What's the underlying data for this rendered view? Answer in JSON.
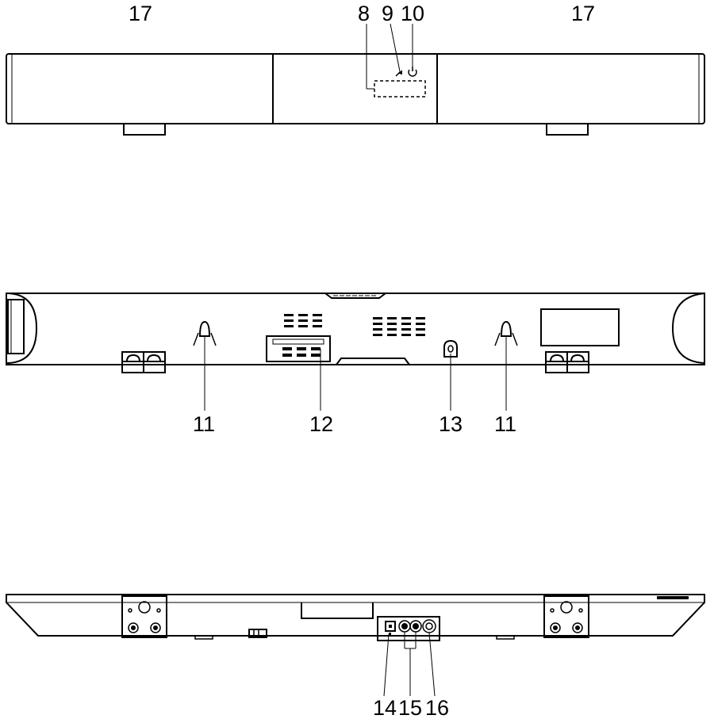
{
  "callouts": {
    "front": {
      "left_panel": "17",
      "display": "8",
      "input_button": "9",
      "power_button": "10",
      "right_panel": "17"
    },
    "back": {
      "left_keyhole": "11",
      "usb_port": "12",
      "center_hole": "13",
      "right_keyhole": "11"
    },
    "bottom": {
      "connector_a": "14",
      "connector_b": "15",
      "connector_c": "16"
    }
  }
}
